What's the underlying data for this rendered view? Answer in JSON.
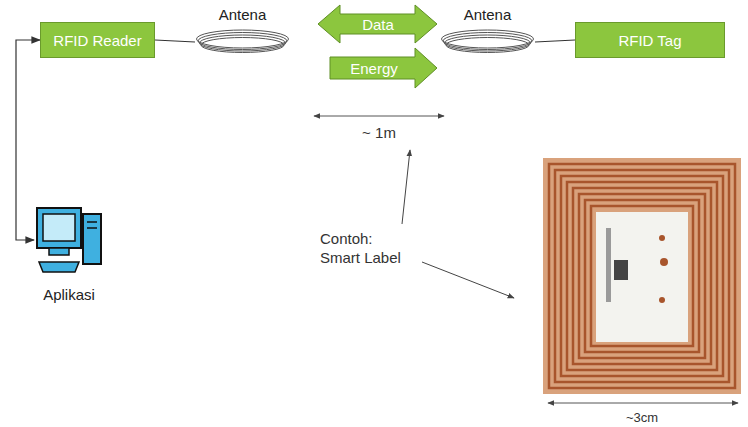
{
  "diagram": {
    "nodes": [
      {
        "text": [
          "RFID Reader"
        ]
      },
      {
        "text": [
          "Antena"
        ]
      },
      {
        "text": [
          "Antena"
        ]
      },
      {
        "text": [
          "RFID Tag"
        ]
      },
      {
        "text": [
          "Aplikasi"
        ]
      }
    ],
    "edges": [
      {
        "from": 0,
        "to": 1,
        "arrow": "none"
      },
      {
        "from": 2,
        "to": 3,
        "arrow": "none"
      },
      {
        "from": 0,
        "to": 4,
        "arrow": "both"
      }
    ],
    "labels": [
      "Data",
      "Energy",
      "~ 1m",
      "Contoh: Smart Label",
      "~3cm"
    ]
  }
}
